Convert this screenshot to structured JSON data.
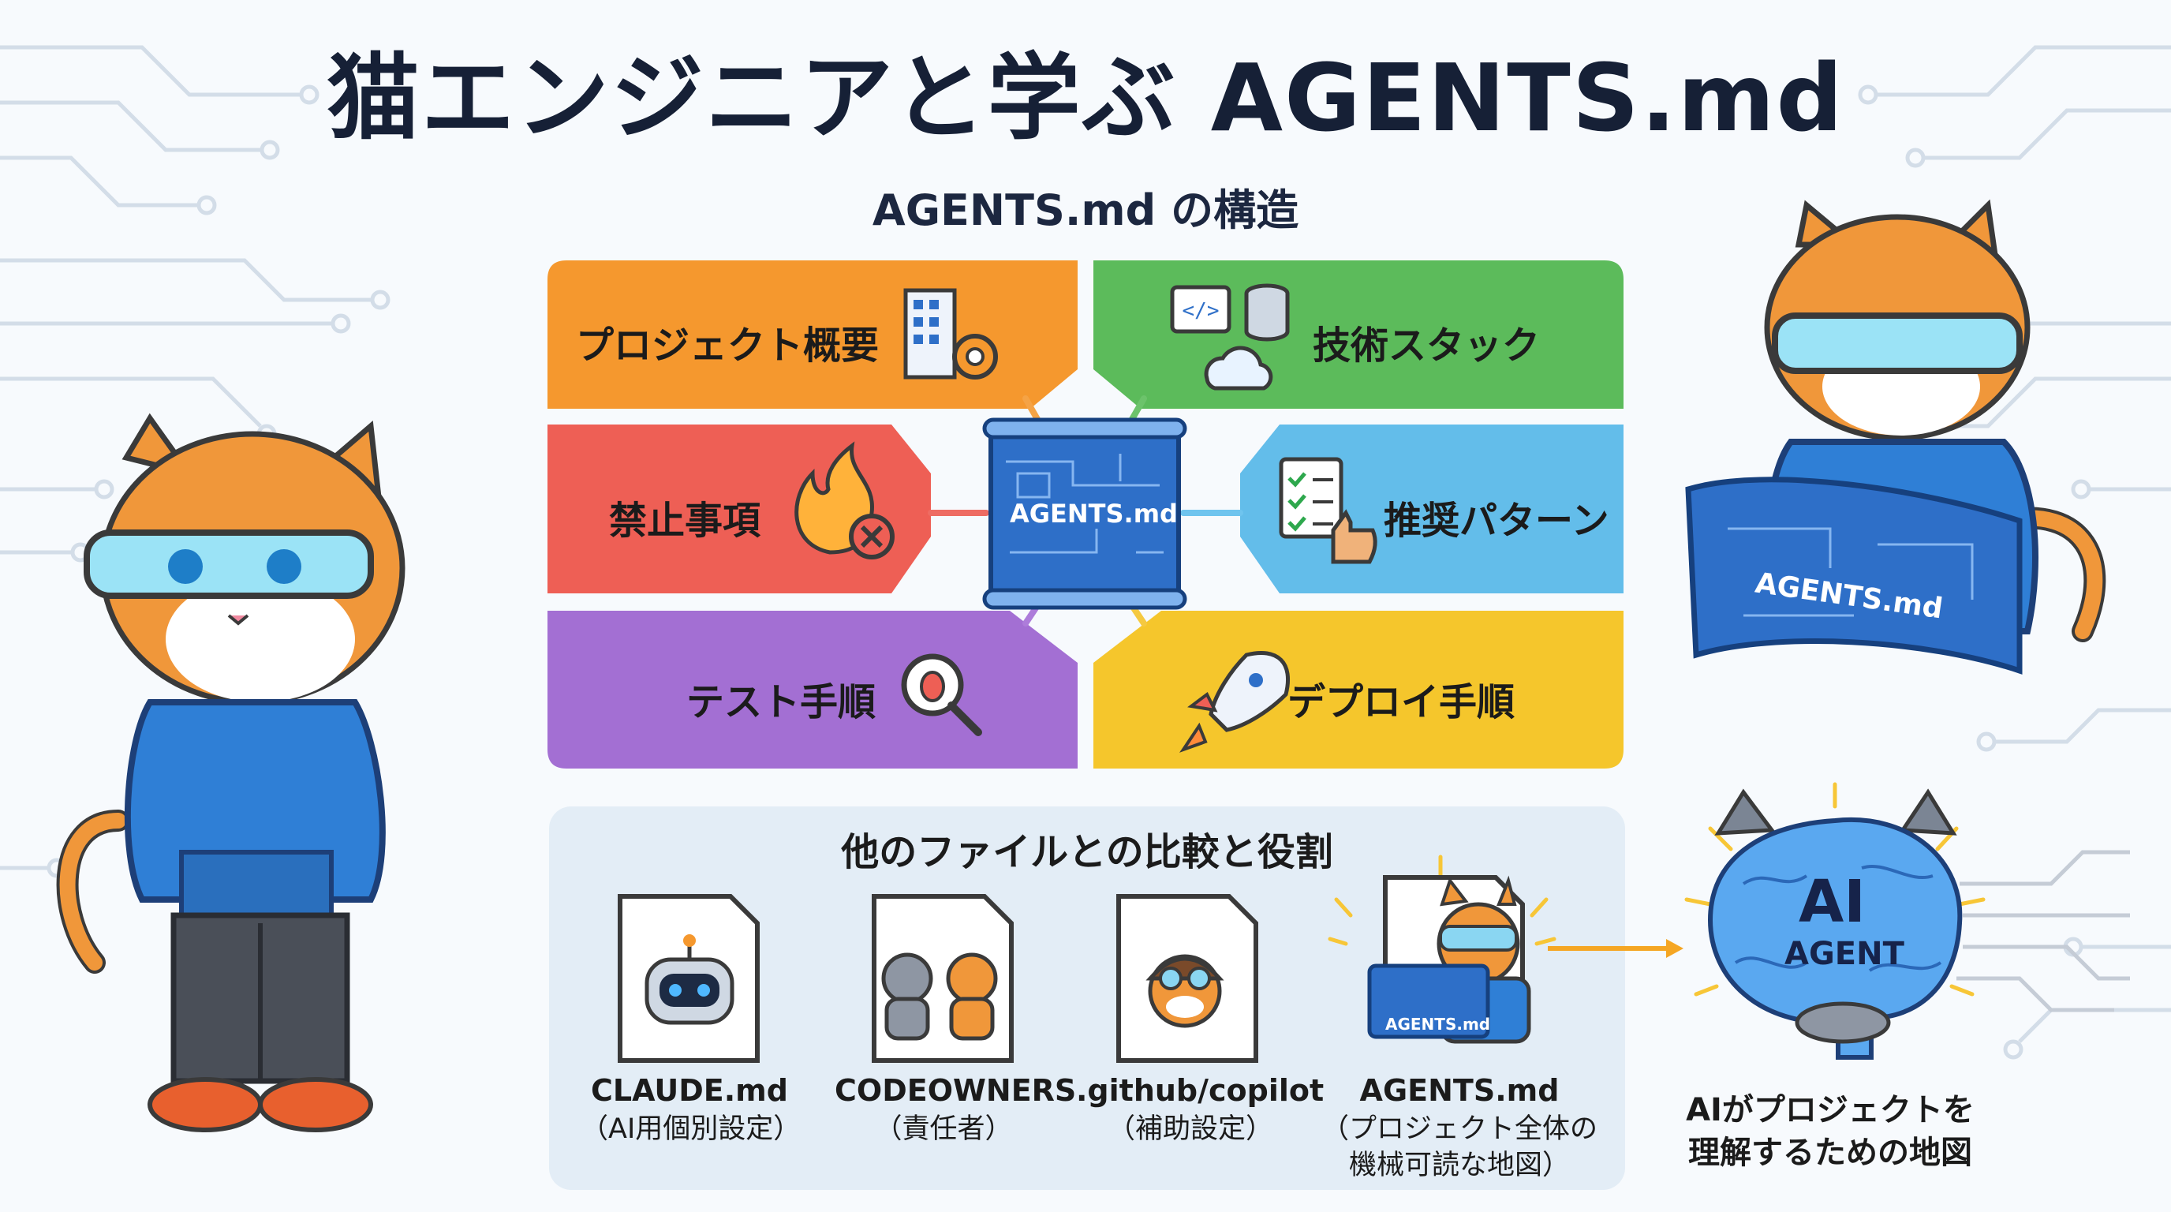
{
  "title": "猫エンジニアと学ぶ AGENTS.md",
  "subtitle": "AGENTS.md の構造",
  "center_scroll_label": "AGENTS.md",
  "sections": [
    {
      "label": "プロジェクト概要",
      "color": "#f5982e",
      "icon": "building-gear-icon"
    },
    {
      "label": "技術スタック",
      "color": "#5cbb5b",
      "icon": "code-database-cloud-icon"
    },
    {
      "label": "禁止事項",
      "color": "#ee5f55",
      "icon": "flame-prohibited-icon"
    },
    {
      "label": "推奨パターン",
      "color": "#63bdea",
      "icon": "checklist-thumbs-up-icon"
    },
    {
      "label": "テスト手順",
      "color": "#a36fd3",
      "icon": "bug-magnifier-icon"
    },
    {
      "label": "デプロイ手順",
      "color": "#f5c62c",
      "icon": "rocket-icon"
    }
  ],
  "comparison": {
    "title": "他のファイルとの比較と役割",
    "files": [
      {
        "name": "CLAUDE.md",
        "role": "（AI用個別設定）",
        "icon": "robot-icon"
      },
      {
        "name": "CODEOWNERS",
        "role": "（責任者）",
        "icon": "handshake-cats-icon"
      },
      {
        "name": ".github/copilot",
        "role": "（補助設定）",
        "icon": "pilot-cat-icon"
      },
      {
        "name": "AGENTS.md",
        "role": "（プロジェクト全体の\n機械可読な地図）",
        "icon": "cat-engineer-map-icon"
      }
    ]
  },
  "ai_agent": {
    "line1": "AI",
    "line2": "AGENT",
    "caption": "AIがプロジェクトを\n理解するための地図"
  },
  "right_cat_scroll_label": "AGENTS.md",
  "doc_cat_scroll_label": "AGENTS.md",
  "colors": {
    "title": "#162036",
    "hoodie": "#2f7fd6",
    "fur": "#f0973a",
    "accent_blue": "#2e6fc8"
  }
}
